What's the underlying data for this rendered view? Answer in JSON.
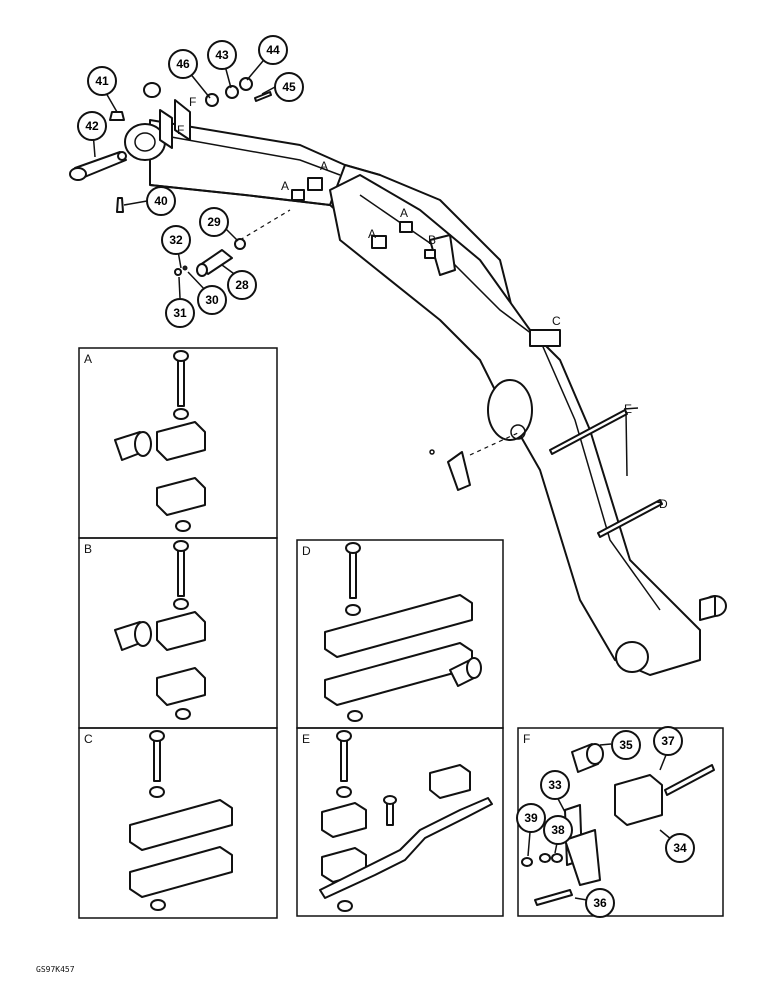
{
  "callouts": [
    {
      "id": "c41",
      "text": "41"
    },
    {
      "id": "c42",
      "text": "42"
    },
    {
      "id": "c46",
      "text": "46"
    },
    {
      "id": "c43",
      "text": "43"
    },
    {
      "id": "c44",
      "text": "44"
    },
    {
      "id": "c45",
      "text": "45"
    },
    {
      "id": "c40",
      "text": "40"
    },
    {
      "id": "c29",
      "text": "29"
    },
    {
      "id": "c32",
      "text": "32"
    },
    {
      "id": "c28",
      "text": "28"
    },
    {
      "id": "c31",
      "text": "31"
    },
    {
      "id": "c30",
      "text": "30"
    },
    {
      "id": "c35",
      "text": "35"
    },
    {
      "id": "c37",
      "text": "37"
    },
    {
      "id": "c33",
      "text": "33"
    },
    {
      "id": "c39",
      "text": "39"
    },
    {
      "id": "c38",
      "text": "38"
    },
    {
      "id": "c34",
      "text": "34"
    },
    {
      "id": "c36",
      "text": "36"
    }
  ],
  "letters": {
    "A": "A",
    "B": "B",
    "C": "C",
    "D": "D",
    "E": "E",
    "F": "F"
  },
  "panels": {
    "A": "A",
    "B": "B",
    "C": "C",
    "D": "D",
    "E": "E",
    "F": "F"
  },
  "footer_code": "GS97K457"
}
